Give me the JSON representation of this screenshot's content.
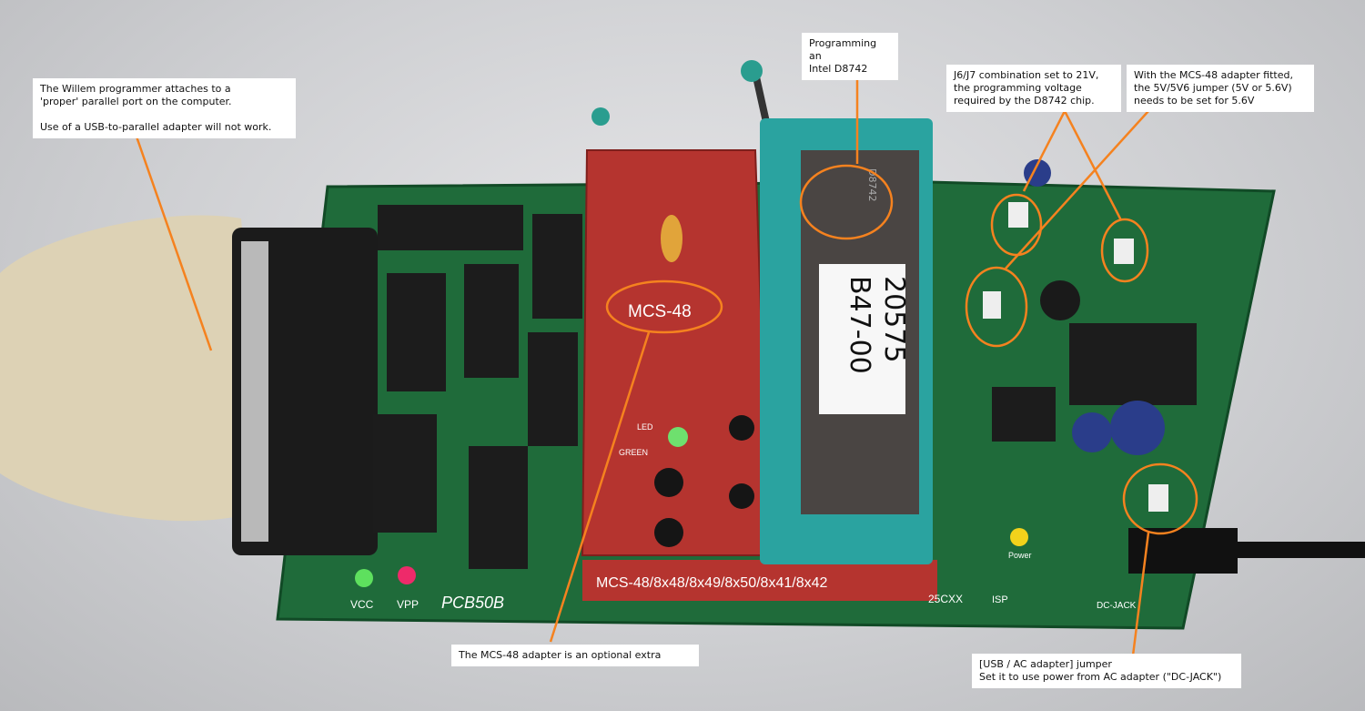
{
  "callouts": {
    "parallel_port": "The Willem programmer attaches to a\n'proper' parallel port on the computer.\n\nUse of a USB-to-parallel adapter will not work.",
    "programming_chip": "Programming an\nIntel D8742",
    "j6_j7": "J6/J7 combination set to 21V,\nthe programming voltage\nrequired by the D8742 chip.",
    "jumper_5v6": "With the MCS-48 adapter fitted,\nthe 5V/5V6 jumper (5V or 5.6V)\nneeds to be set for 5.6V",
    "mcs48_adapter": "The MCS-48 adapter is an optional extra",
    "usb_ac_jumper": "[USB / AC adapter] jumper\nSet it to use power from AC adapter (\"DC-JACK\")"
  },
  "board": {
    "adapter_label": "MCS-48",
    "adapter_footer": "MCS-48/8x48/8x49/8x50/8x41/8x42",
    "chip_label_line1": "20575",
    "chip_label_line2": "B47-00",
    "chip_marking": "D8742",
    "board_name": "PCB50B",
    "vcc": "VCC",
    "vpp": "VPP",
    "eeprom_slot": "25CXX",
    "isp": "ISP",
    "dc_jack": "DC-JACK",
    "power": "Power",
    "led": "LED",
    "green": "GREEN"
  },
  "colors": {
    "pcb": "#1f6b3a",
    "adapter": "#b5342f",
    "socket": "#2aa3a0",
    "annotation": "#f5821f"
  }
}
